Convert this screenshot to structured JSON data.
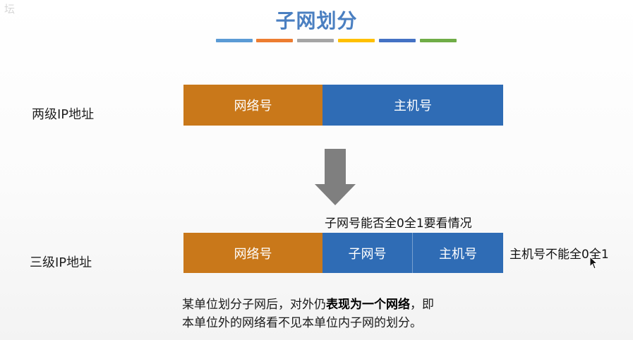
{
  "watermark": "坛",
  "title": "子网划分",
  "color_bars": [
    {
      "color": "#5b9bd5"
    },
    {
      "color": "#ed7d31"
    },
    {
      "color": "#a5a5a5"
    },
    {
      "color": "#ffc000"
    },
    {
      "color": "#4472c4"
    },
    {
      "color": "#70ad47"
    }
  ],
  "colors": {
    "network": "#c9781a",
    "host": "#2f6cb5",
    "arrow": "#7f7f7f"
  },
  "two_level": {
    "label": "两级IP地址",
    "network": "网络号",
    "host": "主机号"
  },
  "three_level": {
    "label": "三级IP地址",
    "network": "网络号",
    "subnet": "子网号",
    "host": "主机号"
  },
  "notes": {
    "subnet_rule": "子网号能否全0全1要看情况",
    "host_rule": "主机号不能全0全1"
  },
  "description": {
    "line1_prefix": "某单位划分子网后，对外仍",
    "line1_bold": "表现为一个网络",
    "line1_suffix": "，即",
    "line2": "本单位外的网络看不见本单位内子网的划分。"
  }
}
